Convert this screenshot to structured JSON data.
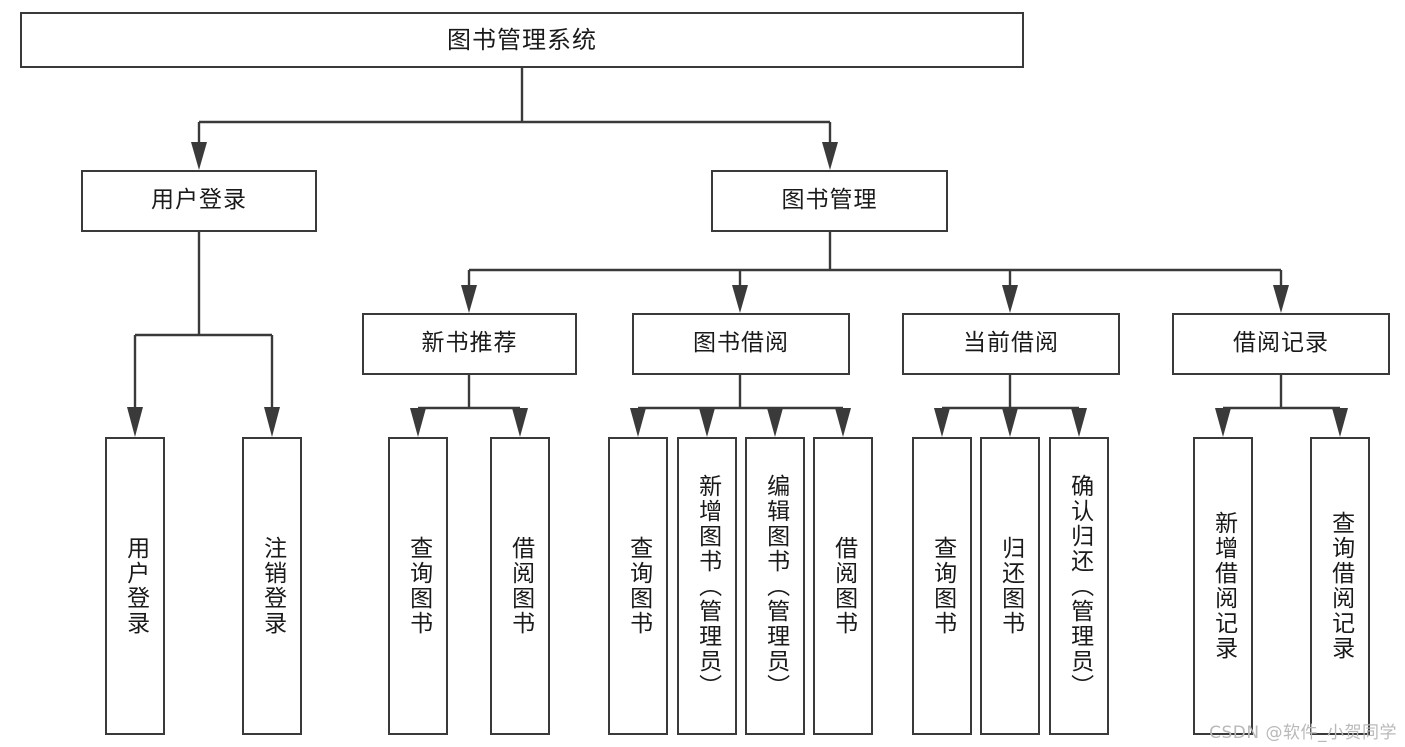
{
  "diagram": {
    "title": "图书管理系统",
    "type": "tree-hierarchy",
    "root": {
      "label": "图书管理系统"
    },
    "level2": [
      {
        "label": "用户登录"
      },
      {
        "label": "图书管理"
      }
    ],
    "level3": [
      {
        "label": "新书推荐"
      },
      {
        "label": "图书借阅"
      },
      {
        "label": "当前借阅"
      },
      {
        "label": "借阅记录"
      }
    ],
    "leaves": {
      "user_login": [
        {
          "label": "用户登录"
        },
        {
          "label": "注销登录"
        }
      ],
      "new_book_recommend": [
        {
          "label": "查询图书"
        },
        {
          "label": "借阅图书"
        }
      ],
      "book_borrow": [
        {
          "label": "查询图书"
        },
        {
          "label": "新增图书（管理员）"
        },
        {
          "label": "编辑图书（管理员）"
        },
        {
          "label": "借阅图书"
        }
      ],
      "current_borrow": [
        {
          "label": "查询图书"
        },
        {
          "label": "归还图书"
        },
        {
          "label": "确认归还（管理员）"
        }
      ],
      "borrow_record": [
        {
          "label": "新增借阅记录"
        },
        {
          "label": "查询借阅记录"
        }
      ]
    }
  },
  "watermark": {
    "text": "CSDN @软件_小贺同学"
  },
  "colors": {
    "border": "#3a3a3a",
    "text": "#1a1a1a",
    "background": "#ffffff",
    "watermark": "#b9b9b9"
  }
}
